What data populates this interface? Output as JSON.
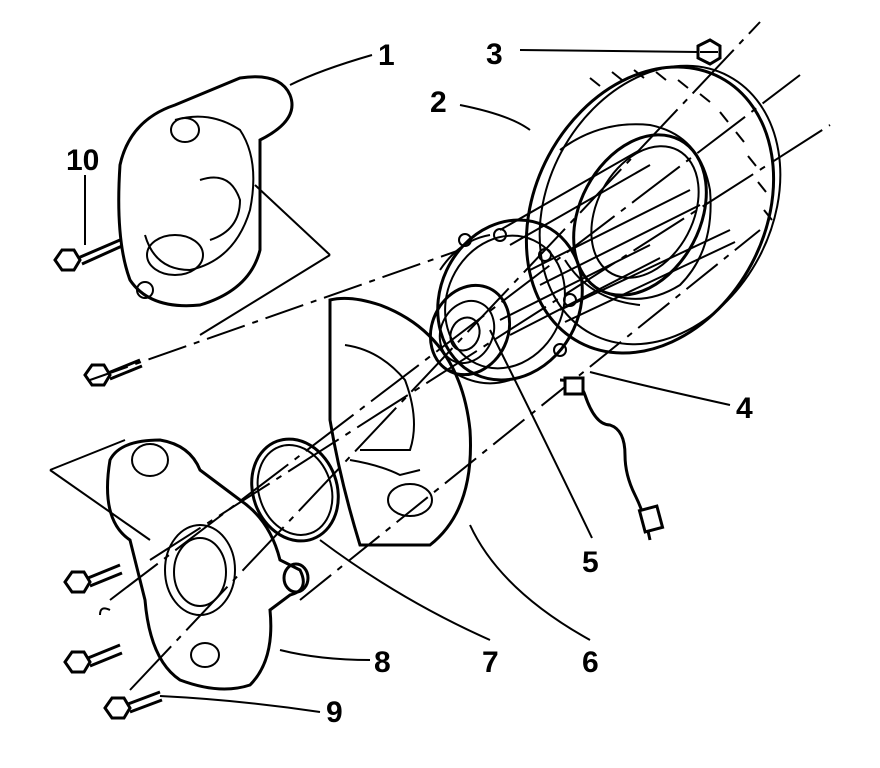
{
  "diagram": {
    "callouts": [
      {
        "id": "1",
        "label": "1",
        "part": "brake-caliper"
      },
      {
        "id": "2",
        "label": "2",
        "part": "brake-rotor"
      },
      {
        "id": "3",
        "label": "3",
        "part": "wheel-stud-nut"
      },
      {
        "id": "4",
        "label": "4",
        "part": "wheel-speed-sensor-connector"
      },
      {
        "id": "5",
        "label": "5",
        "part": "wheel-hub-bearing"
      },
      {
        "id": "6",
        "label": "6",
        "part": "splash-shield"
      },
      {
        "id": "7",
        "label": "7",
        "part": "seal-ring"
      },
      {
        "id": "8",
        "label": "8",
        "part": "steering-knuckle"
      },
      {
        "id": "9",
        "label": "9",
        "part": "hub-bolt"
      },
      {
        "id": "10",
        "label": "10",
        "part": "caliper-bolt"
      }
    ]
  },
  "colors": {
    "line": "#000000",
    "background": "#ffffff"
  }
}
